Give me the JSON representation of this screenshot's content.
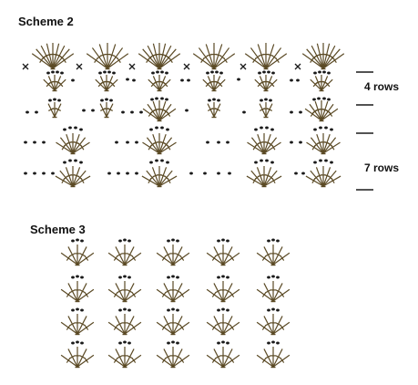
{
  "scheme2": {
    "title": "Scheme 2",
    "annotations": {
      "rows_a": "4 rows",
      "rows_b": "7 rows"
    }
  },
  "scheme3": {
    "title": "Scheme 3"
  },
  "colors": {
    "stitch": "#5b4a25",
    "ink": "#1a1a1a"
  }
}
